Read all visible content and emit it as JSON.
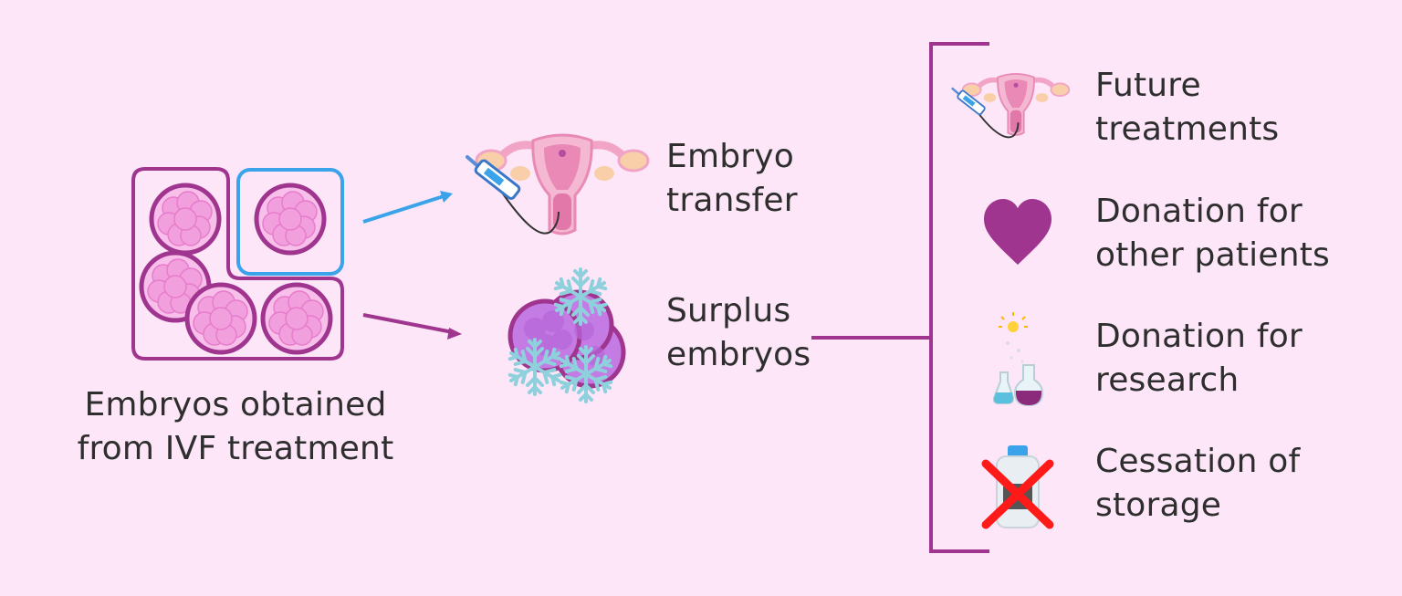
{
  "colors": {
    "background": "#fde6f8",
    "purple": "#a0358f",
    "blue": "#3aa3ea",
    "embryo_pink": "#f5a9e2",
    "uterus_pink": "#f1a4c6",
    "ice_blue": "#8fd0dd",
    "heart": "#a0358f",
    "cross_red": "#ff1a1a"
  },
  "source": {
    "label_line1": "Embryos obtained",
    "label_line2": "from IVF treatment"
  },
  "transfer": {
    "label_line1": "Embryo",
    "label_line2": "transfer",
    "icon": "uterus-syringe-icon"
  },
  "surplus": {
    "label_line1": "Surplus",
    "label_line2": "embryos",
    "icon": "frozen-embryos-icon"
  },
  "options": [
    {
      "line1": "Future",
      "line2": "treatments",
      "icon": "uterus-syringe-icon"
    },
    {
      "line1": "Donation for",
      "line2": "other patients",
      "icon": "heart-icon"
    },
    {
      "line1": "Donation for",
      "line2": "research",
      "icon": "lab-flask-icon"
    },
    {
      "line1": "Cessation of",
      "line2": "storage",
      "icon": "crossed-tank-icon"
    }
  ]
}
